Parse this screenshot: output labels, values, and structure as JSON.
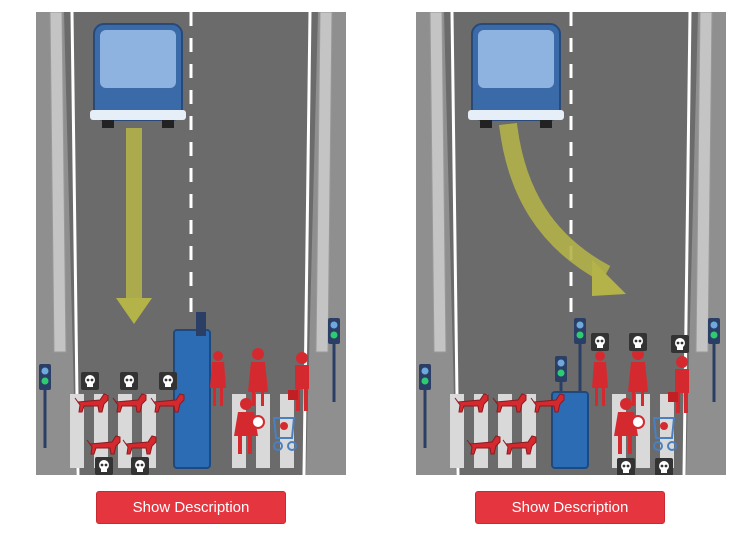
{
  "scenarios": [
    {
      "id": "left",
      "vehicle_action": "stay",
      "button_label": "Show Description",
      "icons": [
        "car-icon",
        "arrow-straight-icon",
        "skull-icon",
        "dog-icon",
        "woman-icon",
        "man-icon",
        "criminal-icon",
        "stroller-icon",
        "traffic-light-icon",
        "barrier-icon"
      ]
    },
    {
      "id": "right",
      "vehicle_action": "swerve",
      "button_label": "Show Description",
      "icons": [
        "car-icon",
        "arrow-curved-icon",
        "skull-icon",
        "dog-icon",
        "woman-icon",
        "man-icon",
        "criminal-icon",
        "stroller-icon",
        "traffic-light-icon"
      ]
    }
  ],
  "colors": {
    "road": "#6b6b6b",
    "sidewalk": "#9a9a9a",
    "arrow": "#b3b34a",
    "car": "#3b6aa8",
    "victim": "#d42a2f",
    "button": "#e5353e",
    "skull_bg": "#333333"
  }
}
